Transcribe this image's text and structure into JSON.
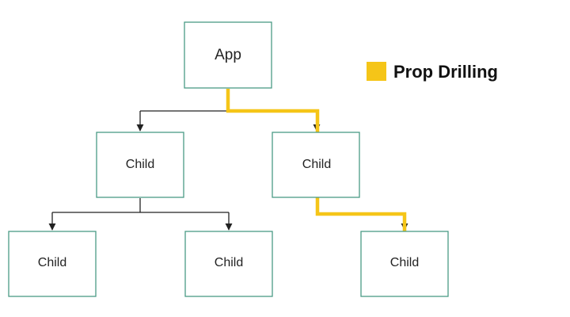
{
  "diagram": {
    "nodes": {
      "app": "App",
      "child_left": "Child",
      "child_right": "Child",
      "grandchild_left_1": "Child",
      "grandchild_left_2": "Child",
      "grandchild_right": "Child"
    },
    "legend": {
      "label": "Prop Drilling",
      "swatch_color": "#F5C518"
    },
    "colors": {
      "node_border": "#4A9B86",
      "connector": "#222222",
      "prop_drilling_path": "#F5C518"
    }
  }
}
